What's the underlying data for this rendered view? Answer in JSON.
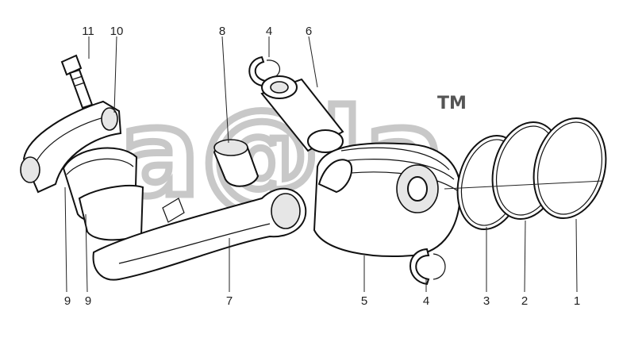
{
  "watermark": {
    "text": "a@la",
    "trademark": "TM"
  },
  "callouts": {
    "c11": "11",
    "c10": "10",
    "c8": "8",
    "c4_top": "4",
    "c6": "6",
    "c9_left": "9",
    "c9_right": "9",
    "c7": "7",
    "c5": "5",
    "c4_bottom": "4",
    "c3": "3",
    "c2": "2",
    "c1": "1"
  }
}
